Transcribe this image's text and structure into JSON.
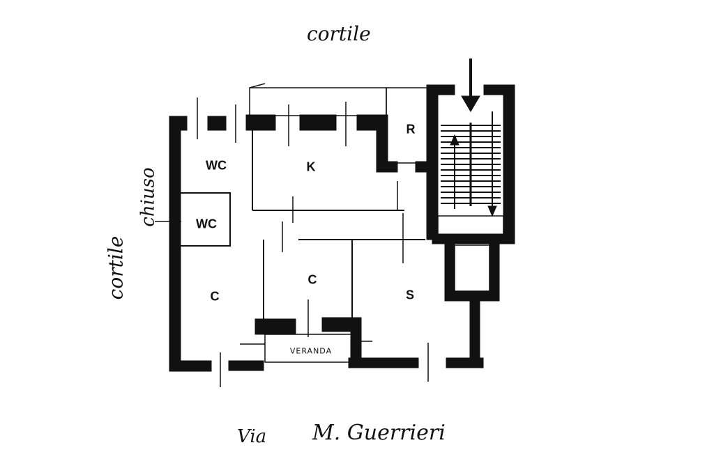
{
  "labels": {
    "courtyard_top": "cortile",
    "courtyard_left": "cortile",
    "closed": "chiuso",
    "street_prefix": "Via",
    "street_name": "M. Guerrieri",
    "veranda": "VERANDA"
  },
  "rooms": {
    "wc_upper": "WC",
    "wc_lower": "WC",
    "kitchen": "K",
    "storage": "R",
    "room_left": "C",
    "room_center": "C",
    "living": "S"
  },
  "colors": {
    "ink": "#111111",
    "paper": "#ffffff"
  }
}
